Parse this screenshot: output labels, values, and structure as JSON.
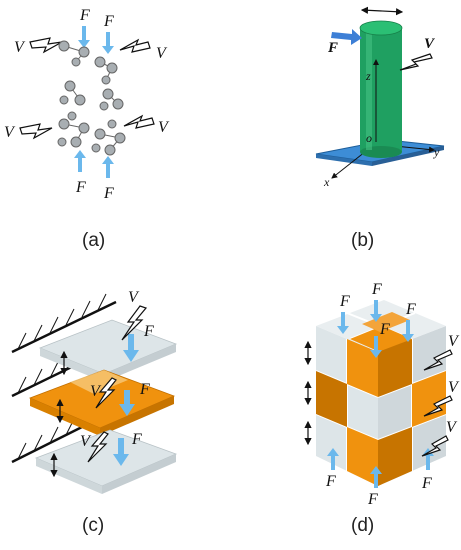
{
  "captions": {
    "a": "(a)",
    "b": "(b)",
    "c": "(c)",
    "d": "(d)"
  },
  "symbols": {
    "force": "F",
    "voltage": "V"
  },
  "axes": {
    "x": "x",
    "y": "y",
    "z": "z",
    "origin": "o"
  },
  "colors": {
    "force_arrow": "#6bb8ec",
    "atom_gray": "#a8aeb2",
    "pillar_green": "#1fa061",
    "substrate_blue": "#3d8dd6",
    "layer_orange": "#f0920e",
    "layer_gray": "#dde5e8"
  }
}
